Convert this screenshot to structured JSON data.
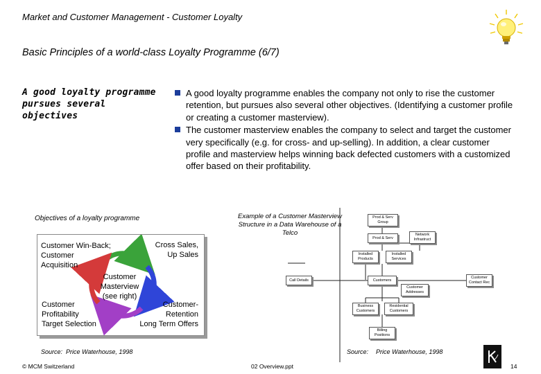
{
  "header": {
    "title": "Market and Customer Management - Customer Loyalty"
  },
  "subtitle": "Basic Principles of a world-class Loyalty Programme (6/7)",
  "lead": "A good loyalty programme pursues several objectives",
  "bullets": [
    "A good loyalty programme enables the company not only to rise the customer retention, but pursues also several other objectives. (Identifying a customer profile or creating a customer masterview).",
    "The customer masterview enables the company to select and target the customer very specifically (e.g. for cross- and up-selling). In addition, a clear customer profile and masterview helps winning back defected customers with a customized offer based on their profitability."
  ],
  "objectives": {
    "title": "Objectives of a loyalty programme",
    "top_left": [
      "Customer Win-Back;",
      "Customer",
      "Acquisition"
    ],
    "top_right": [
      "Cross Sales,",
      "Up Sales"
    ],
    "center": [
      "Customer",
      "Masterview",
      "(see right)"
    ],
    "bottom_left": [
      "Customer",
      "Profitability",
      "Target Selection"
    ],
    "bottom_right": [
      "Customer-",
      "Retention",
      "Long Term Offers"
    ],
    "source_label": "Source:",
    "source_value": "Price Waterhouse, 1998"
  },
  "example": {
    "title": "Example of a Customer Masterview Structure in a Data Warehouse of a Telco",
    "nodes": {
      "prod_serv_group": "Prod & Serv Group",
      "prod_serv": "Prod & Serv",
      "network_infrastruct": "Network Infrastruct",
      "installed_products": "Installed Products",
      "installed_services": "Installed Services",
      "call_details": "Call Details",
      "customers": "Customers",
      "customer_contact_rec": "Customer Contact Rec",
      "customer_addresses": "Customer Addresses",
      "business_customers": "Business Customers",
      "residential_customers": "Residential Customers",
      "billing_positions": "Billing Positions"
    },
    "source_label": "Source:",
    "source_value": "Price Waterhouse, 1998"
  },
  "footer": {
    "copyright": "© MCM Switzerland",
    "file": "02 Overview.ppt",
    "page": "14"
  },
  "colors": {
    "bullet": "#1c3d9b",
    "arrow_green": "#3aa33a",
    "arrow_blue": "#2f45d8",
    "arrow_purple": "#a23fc6",
    "arrow_red": "#d43a3a"
  }
}
